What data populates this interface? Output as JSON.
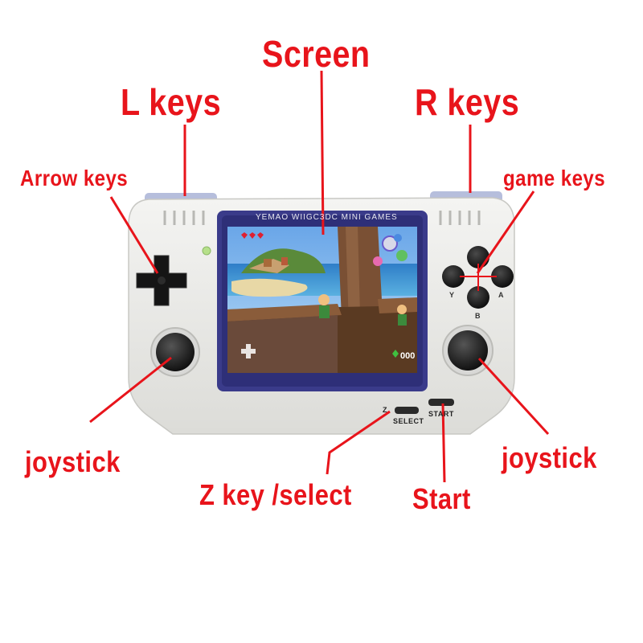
{
  "labels": {
    "screen": "Screen",
    "l_keys": "L  keys",
    "r_keys": "R  keys",
    "arrow_keys": "Arrow  keys",
    "game_keys": "game  keys",
    "joystick_left": "joystick",
    "joystick_right": "joystick",
    "z_key_select": "Z  key /select",
    "start": "Start"
  },
  "device": {
    "bezel_text": "YEMAO  WIIGC3DC  MINI  GAMES",
    "button_letters": {
      "y": "Y",
      "a": "A",
      "b": "B"
    },
    "small_buttons": {
      "z": "Z",
      "select": "SELECT",
      "start": "START"
    },
    "hud_counter": "000"
  },
  "colors": {
    "annotation": "#e8141b",
    "device_body": "#ececea",
    "bezel": "#3a3b8a",
    "shoulder": "#aab4d8"
  }
}
